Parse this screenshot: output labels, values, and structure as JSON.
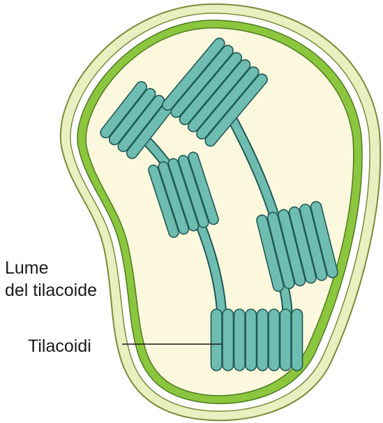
{
  "labels": {
    "lumen_line1": "Lume",
    "lumen_line2": "del tilacoide",
    "thylakoids": "Tilacoidi"
  },
  "colors": {
    "outer_envelope_fill": "#e8efc0",
    "outer_envelope_stroke": "#7d8a3a",
    "gap_white": "#ffffff",
    "inner_membrane_fill": "#8cc63f",
    "inner_membrane_stroke": "#4d7a1f",
    "stroma": "#fbf8dd",
    "thylakoid_fill": "#6fbcb0",
    "thylakoid_stroke": "#1e5a55",
    "text": "#1a1a1a"
  }
}
